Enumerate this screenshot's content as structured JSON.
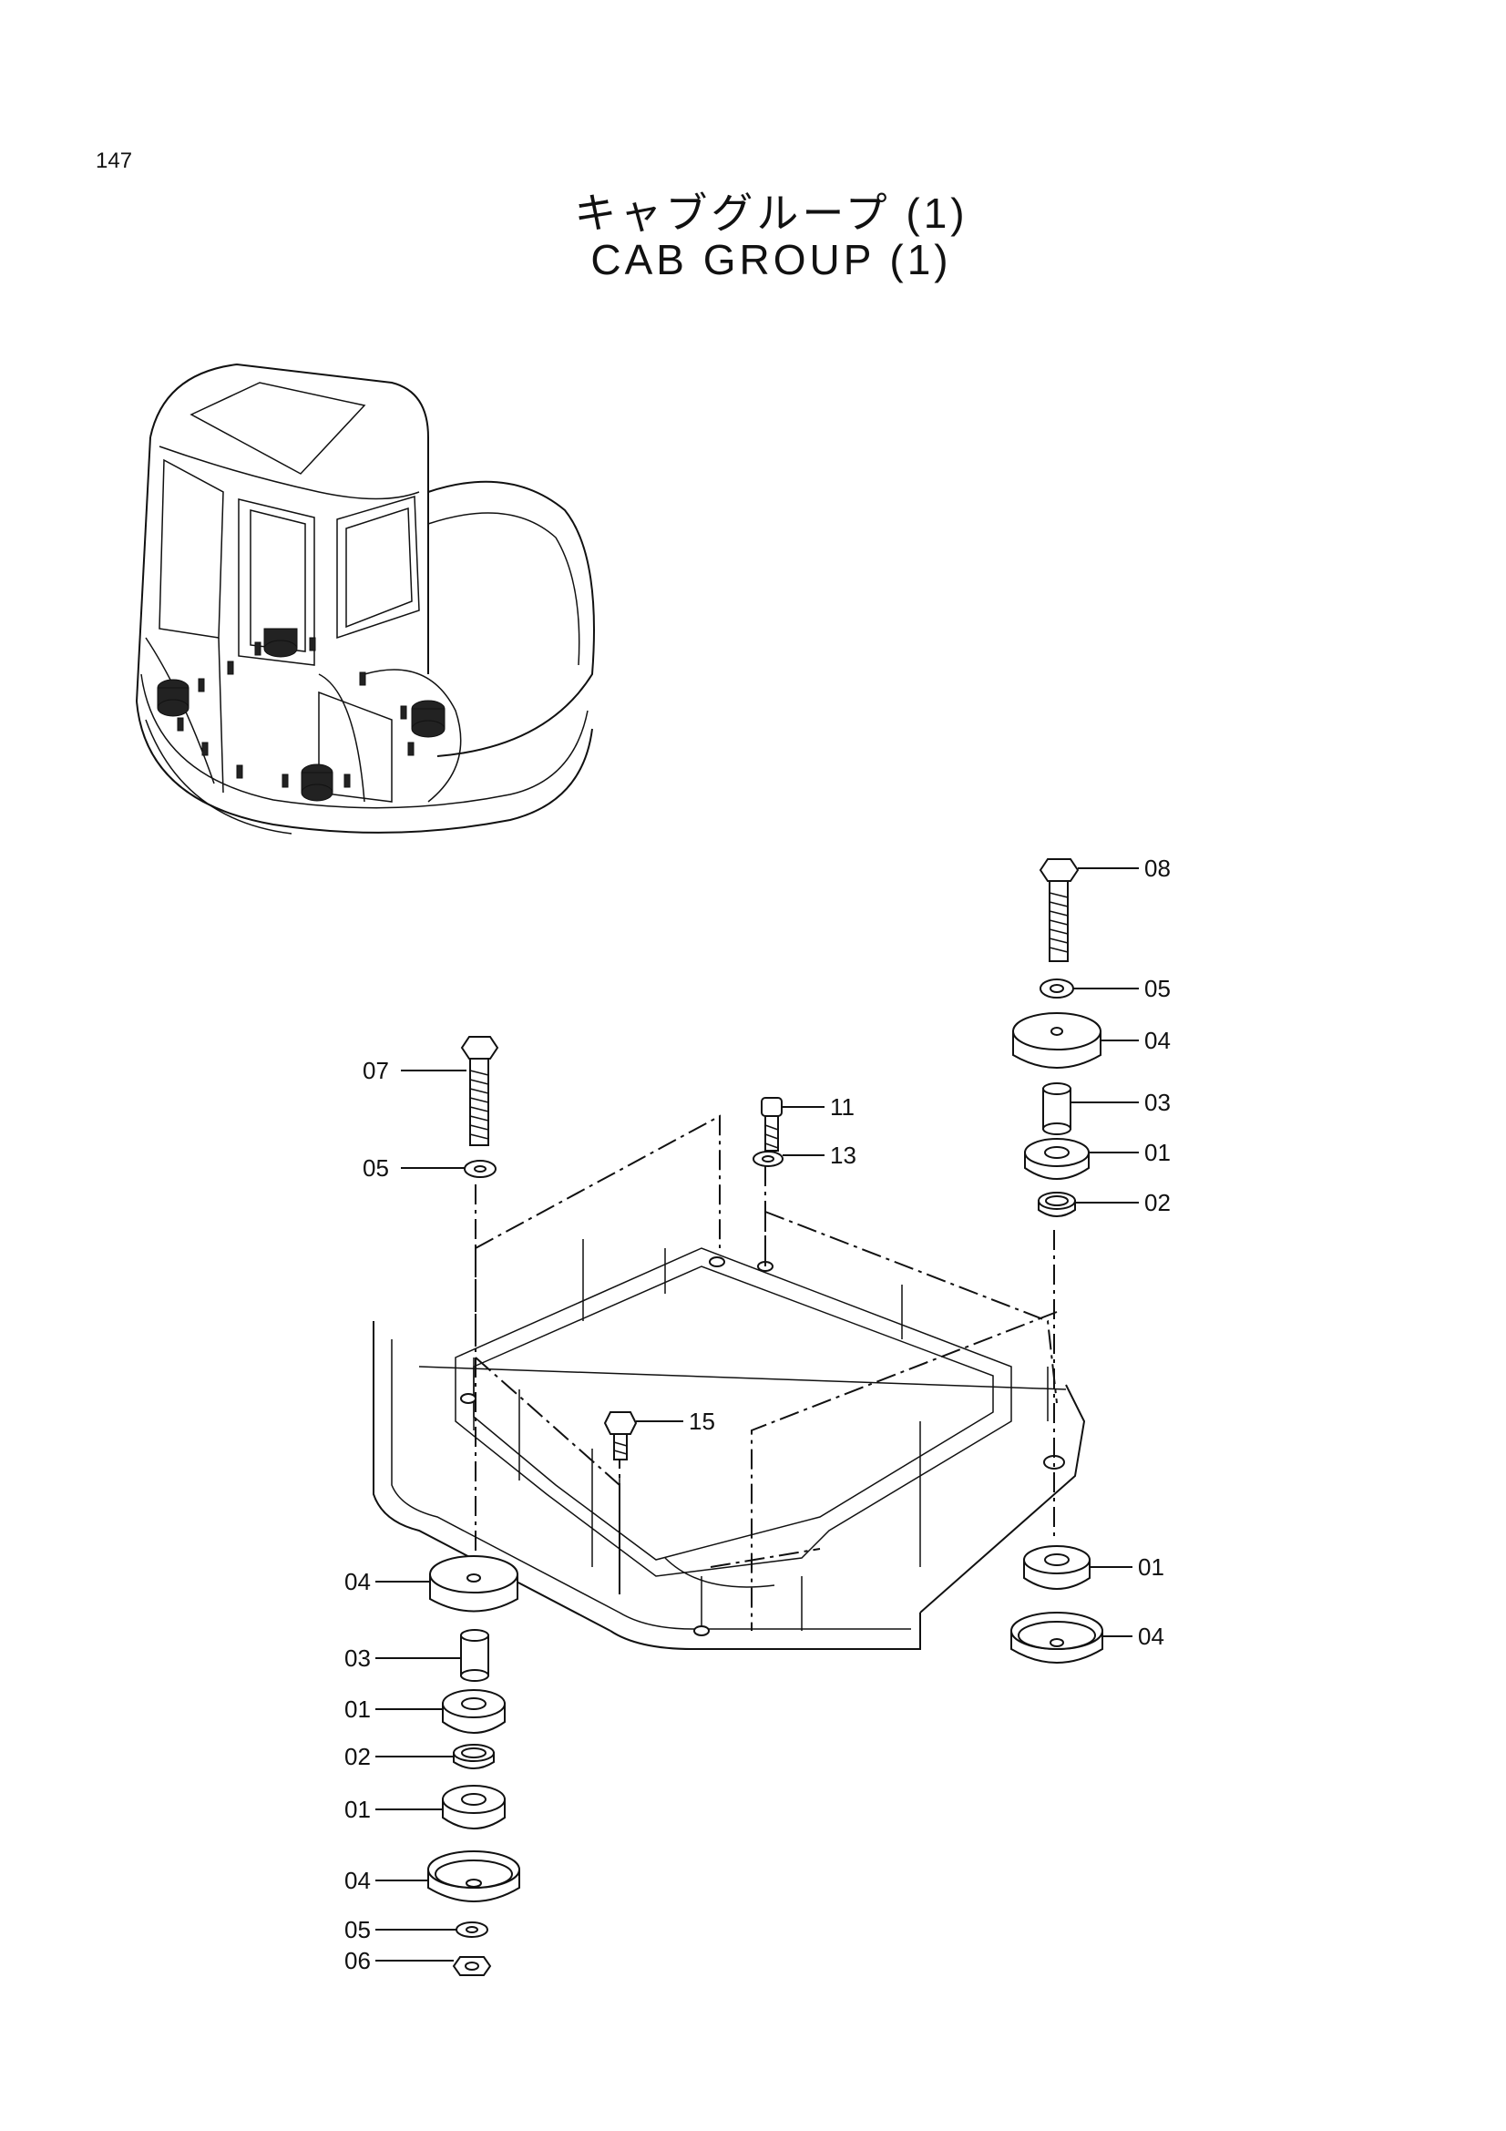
{
  "page": {
    "number": "147"
  },
  "title": {
    "japanese": "キャブグループ (1)",
    "english": "CAB GROUP (1)"
  },
  "callouts": [
    {
      "id": "08",
      "label": "08"
    },
    {
      "id": "05-right",
      "label": "05"
    },
    {
      "id": "04-right-top",
      "label": "04"
    },
    {
      "id": "03-right",
      "label": "03"
    },
    {
      "id": "01-right-top",
      "label": "01"
    },
    {
      "id": "02-right",
      "label": "02"
    },
    {
      "id": "07",
      "label": "07"
    },
    {
      "id": "05-left-top",
      "label": "05"
    },
    {
      "id": "11",
      "label": "11"
    },
    {
      "id": "13",
      "label": "13"
    },
    {
      "id": "15",
      "label": "15"
    },
    {
      "id": "01-right-bottom",
      "label": "01"
    },
    {
      "id": "04-right-bottom",
      "label": "04"
    },
    {
      "id": "04-left-top",
      "label": "04"
    },
    {
      "id": "03-left",
      "label": "03"
    },
    {
      "id": "01-left-a",
      "label": "01"
    },
    {
      "id": "02-left",
      "label": "02"
    },
    {
      "id": "01-left-b",
      "label": "01"
    },
    {
      "id": "04-left-bottom",
      "label": "04"
    },
    {
      "id": "05-left-bottom",
      "label": "05"
    },
    {
      "id": "06",
      "label": "06"
    }
  ]
}
